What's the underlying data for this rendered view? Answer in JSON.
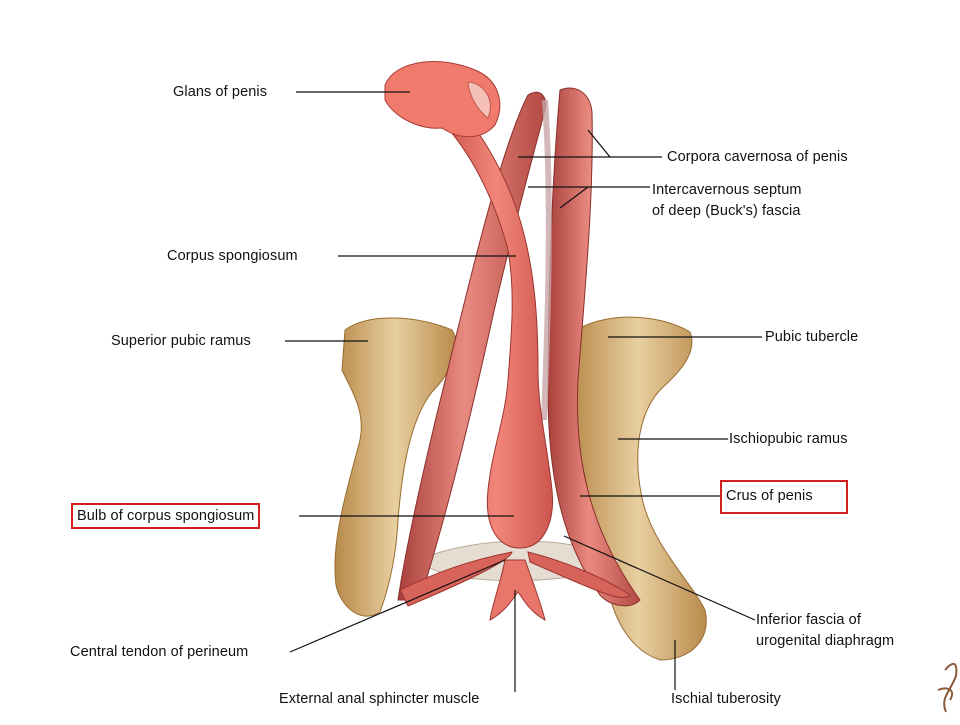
{
  "labels": {
    "glans": "Glans of penis",
    "corpora_cavernosa": "Corpora cavernosa of penis",
    "septum_line1": "Intercavernous septum",
    "septum_line2": "of deep (Buck's) fascia",
    "corpus_spongiosum": "Corpus spongiosum",
    "superior_pubic_ramus": "Superior pubic ramus",
    "pubic_tubercle": "Pubic tubercle",
    "ischiopubic_ramus": "Ischiopubic ramus",
    "bulb": "Bulb of corpus spongiosum",
    "crus": "Crus of penis",
    "central_tendon": "Central tendon of perineum",
    "inferior_fascia_line1": "Inferior fascia of",
    "inferior_fascia_line2": "urogenital diaphragm",
    "external_anal_sphincter": "External anal sphincter muscle",
    "ischial_tuberosity": "Ischial tuberosity"
  },
  "highlight_color": "#d21f1f",
  "colors": {
    "muscle": "#d9605a",
    "muscle_light": "#f08a7c",
    "bone": "#d9b77e",
    "bone_dark": "#a87a3c"
  }
}
